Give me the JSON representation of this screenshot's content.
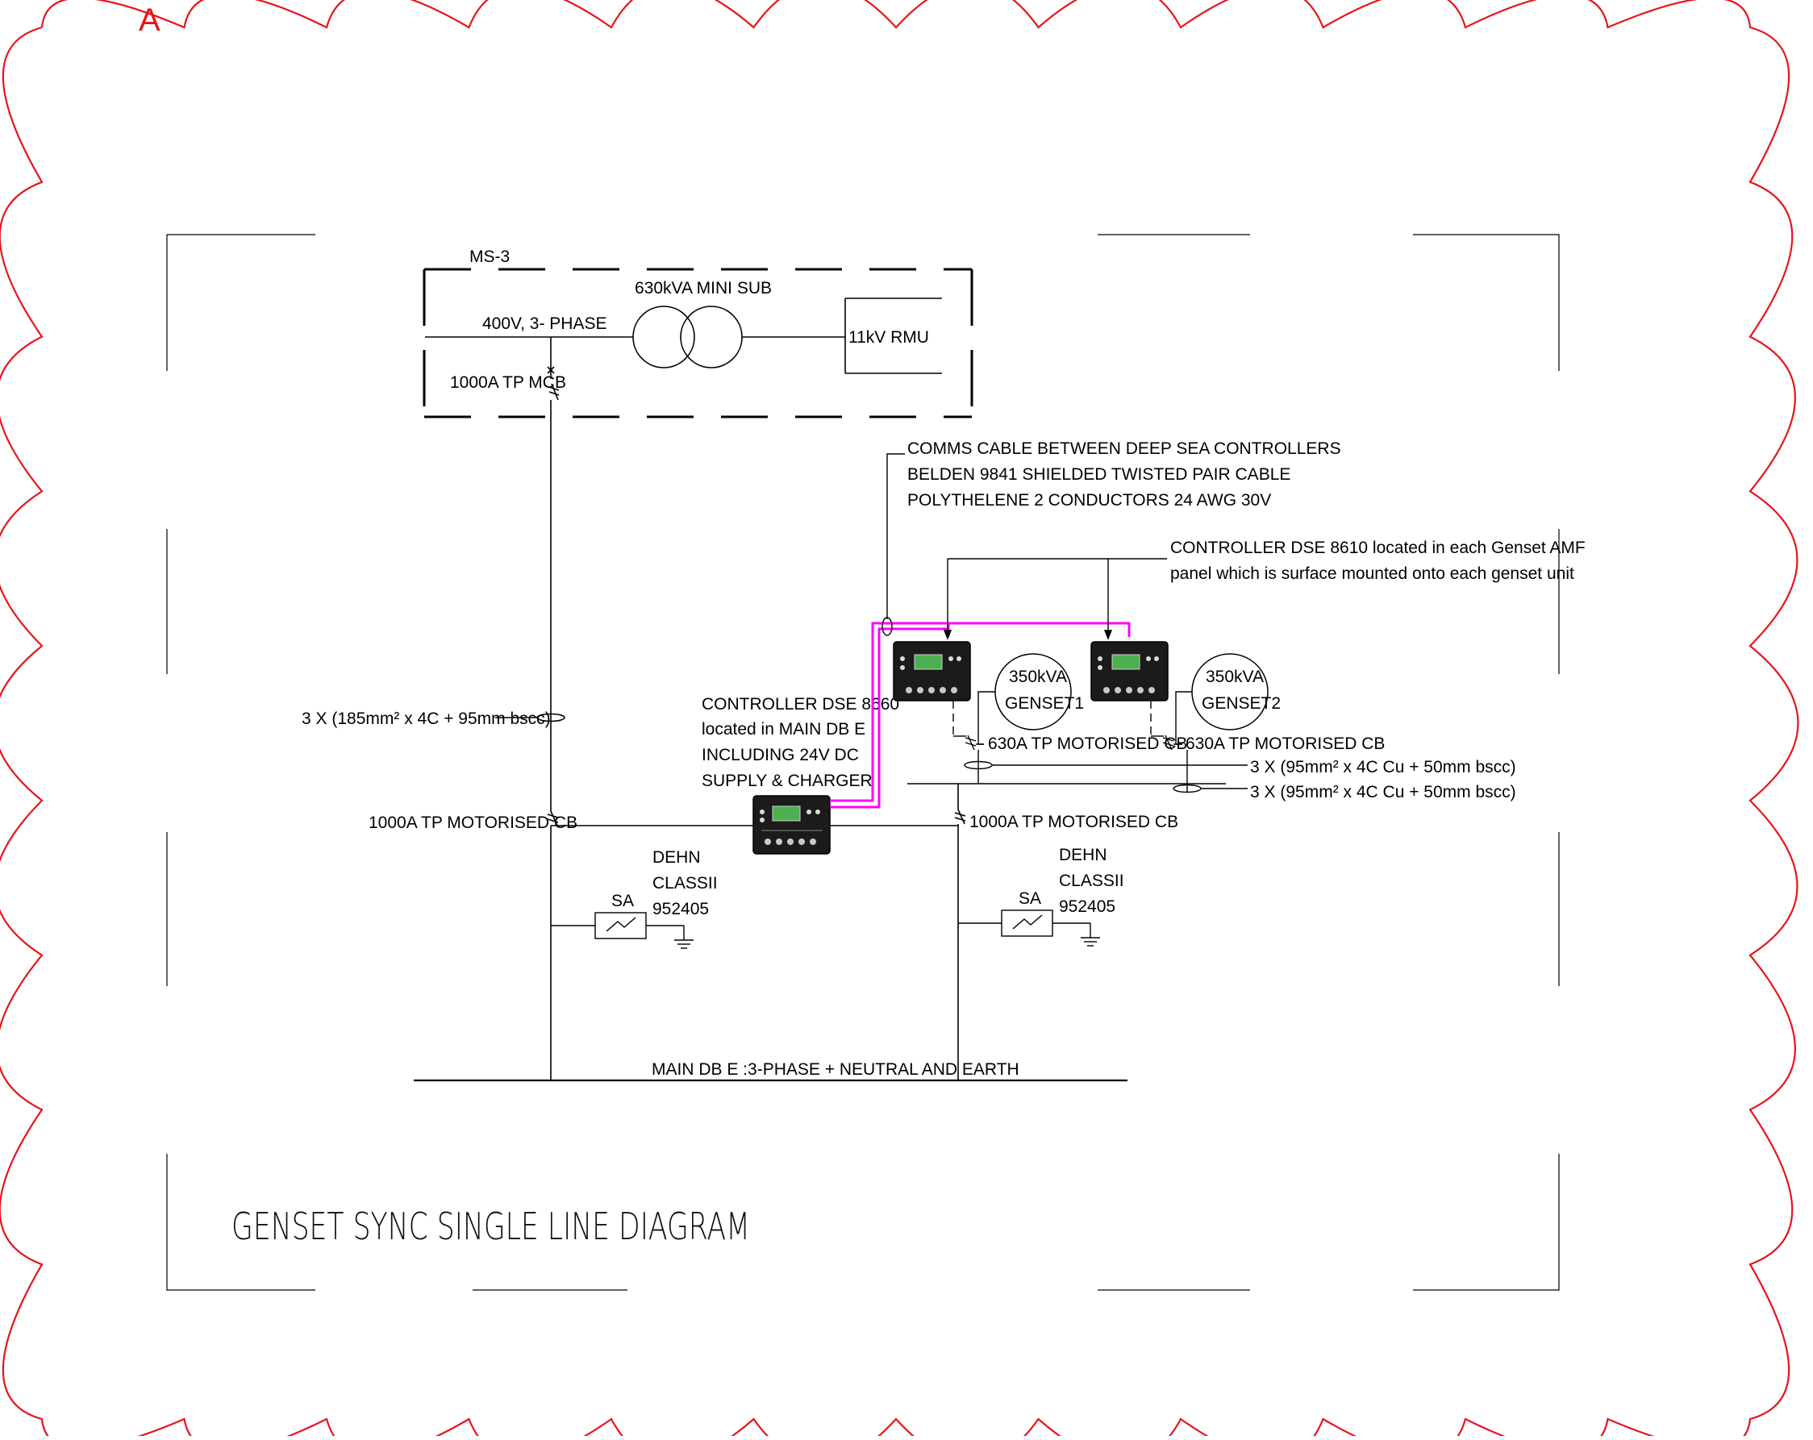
{
  "revision_marker": "A",
  "title": "GENSET SYNC SINGLE LINE DIAGRAM",
  "colors": {
    "revision_cloud": "#e8141c",
    "comms_cable": "#ff00ff",
    "lines": "#000000",
    "controller_screen": "#4caf50"
  },
  "substation": {
    "tag": "MS-3",
    "transformer_label": "630kVA MINI SUB",
    "lv_label": "400V, 3- PHASE",
    "rmu_label": "11kV RMU",
    "mcb_label": "1000A TP MCB"
  },
  "comms_note": [
    "COMMS CABLE BETWEEN DEEP SEA CONTROLLERS",
    "BELDEN 9841 SHIELDED TWISTED PAIR CABLE",
    "POLYTHELENE 2 CONDUCTORS 24 AWG 30V"
  ],
  "genset_controller_note": [
    "CONTROLLER DSE 8610 located in each Genset AMF",
    "panel which is surface mounted onto each genset unit"
  ],
  "main_controller_note": [
    "CONTROLLER DSE 8660",
    "located in MAIN DB E",
    "INCLUDING 24V DC",
    "SUPPLY & CHARGER"
  ],
  "feeder_cable_label": "3 X (185mm² x 4C + 95mm bscc)",
  "gensets": [
    {
      "line1": "350kVA",
      "line2": "GENSET1",
      "cb_label": "630A TP MOTORISED CB"
    },
    {
      "line1": "350kVA",
      "line2": "GENSET2",
      "cb_label": "630A TP MOTORISED CB"
    }
  ],
  "genset_cable_labels": [
    "3 X (95mm² x 4C Cu + 50mm bscc)",
    "3 X (95mm² x 4C Cu + 50mm bscc)"
  ],
  "left_cb_label": "1000A TP MOTORISED CB",
  "right_cb_label": "1000A TP MOTORISED CB",
  "surge_arresters": [
    {
      "tag": "SA",
      "brand": "DEHN",
      "class": "CLASSII",
      "part": "952405"
    },
    {
      "tag": "SA",
      "brand": "DEHN",
      "class": "CLASSII",
      "part": "952405"
    }
  ],
  "busbar_label": "MAIN DB E :3-PHASE + NEUTRAL AND EARTH"
}
